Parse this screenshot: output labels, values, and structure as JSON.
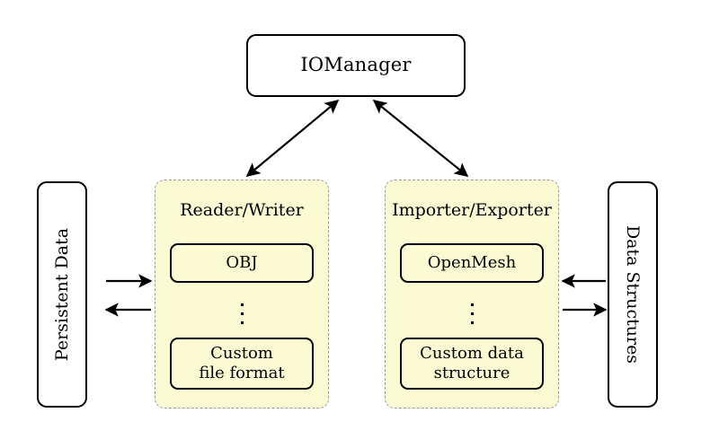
{
  "diagram": {
    "title_node": {
      "name": "IOManager",
      "label": "IOManager"
    },
    "side_nodes": [
      {
        "id": "persistent-data",
        "label": "Persistent Data",
        "orientation": "vertical-up",
        "side": "left"
      },
      {
        "id": "data-structures",
        "label": "Data Structures",
        "orientation": "vertical-down",
        "side": "right"
      }
    ],
    "panels": [
      {
        "id": "reader-writer",
        "title": "Reader/Writer",
        "fill_color": "#fcfad2",
        "border_color": "#9a9a9a",
        "border_style": "dashed",
        "items": [
          {
            "id": "obj",
            "label": "OBJ",
            "lines": [
              "OBJ"
            ]
          },
          {
            "id": "ellipsis",
            "label": "⋮",
            "kind": "vdots"
          },
          {
            "id": "custom-file-format",
            "label": "Custom file format",
            "lines": [
              "Custom",
              "file format"
            ]
          }
        ]
      },
      {
        "id": "importer-exporter",
        "title": "Importer/Exporter",
        "fill_color": "#fcfad2",
        "border_color": "#9a9a9a",
        "border_style": "dashed",
        "items": [
          {
            "id": "openmesh",
            "label": "OpenMesh",
            "lines": [
              "OpenMesh"
            ]
          },
          {
            "id": "ellipsis",
            "label": "⋮",
            "kind": "vdots"
          },
          {
            "id": "custom-data-structure",
            "label": "Custom data structure",
            "lines": [
              "Custom data",
              "structure"
            ]
          }
        ]
      }
    ],
    "connectors": [
      {
        "id": "iomanager-readerwriter",
        "from": "IOManager",
        "to": "Reader/Writer",
        "style": "double-headed-diagonal"
      },
      {
        "id": "iomanager-importerexporter",
        "from": "IOManager",
        "to": "Importer/Exporter",
        "style": "double-headed-diagonal"
      },
      {
        "id": "persistentdata-to-readerwriter",
        "from": "Persistent Data",
        "to": "Reader/Writer",
        "style": "arrow-right"
      },
      {
        "id": "readerwriter-to-persistentdata",
        "from": "Reader/Writer",
        "to": "Persistent Data",
        "style": "arrow-left"
      },
      {
        "id": "datastructures-to-importerexporter",
        "from": "Data Structures",
        "to": "Importer/Exporter",
        "style": "arrow-left"
      },
      {
        "id": "importerexporter-to-datastructures",
        "from": "Importer/Exporter",
        "to": "Data Structures",
        "style": "arrow-right"
      }
    ],
    "colors": {
      "panel_fill": "#fcfad2",
      "panel_border": "#9a9a9a",
      "node_border": "#000000",
      "background": "#ffffff",
      "text": "#000000"
    }
  }
}
